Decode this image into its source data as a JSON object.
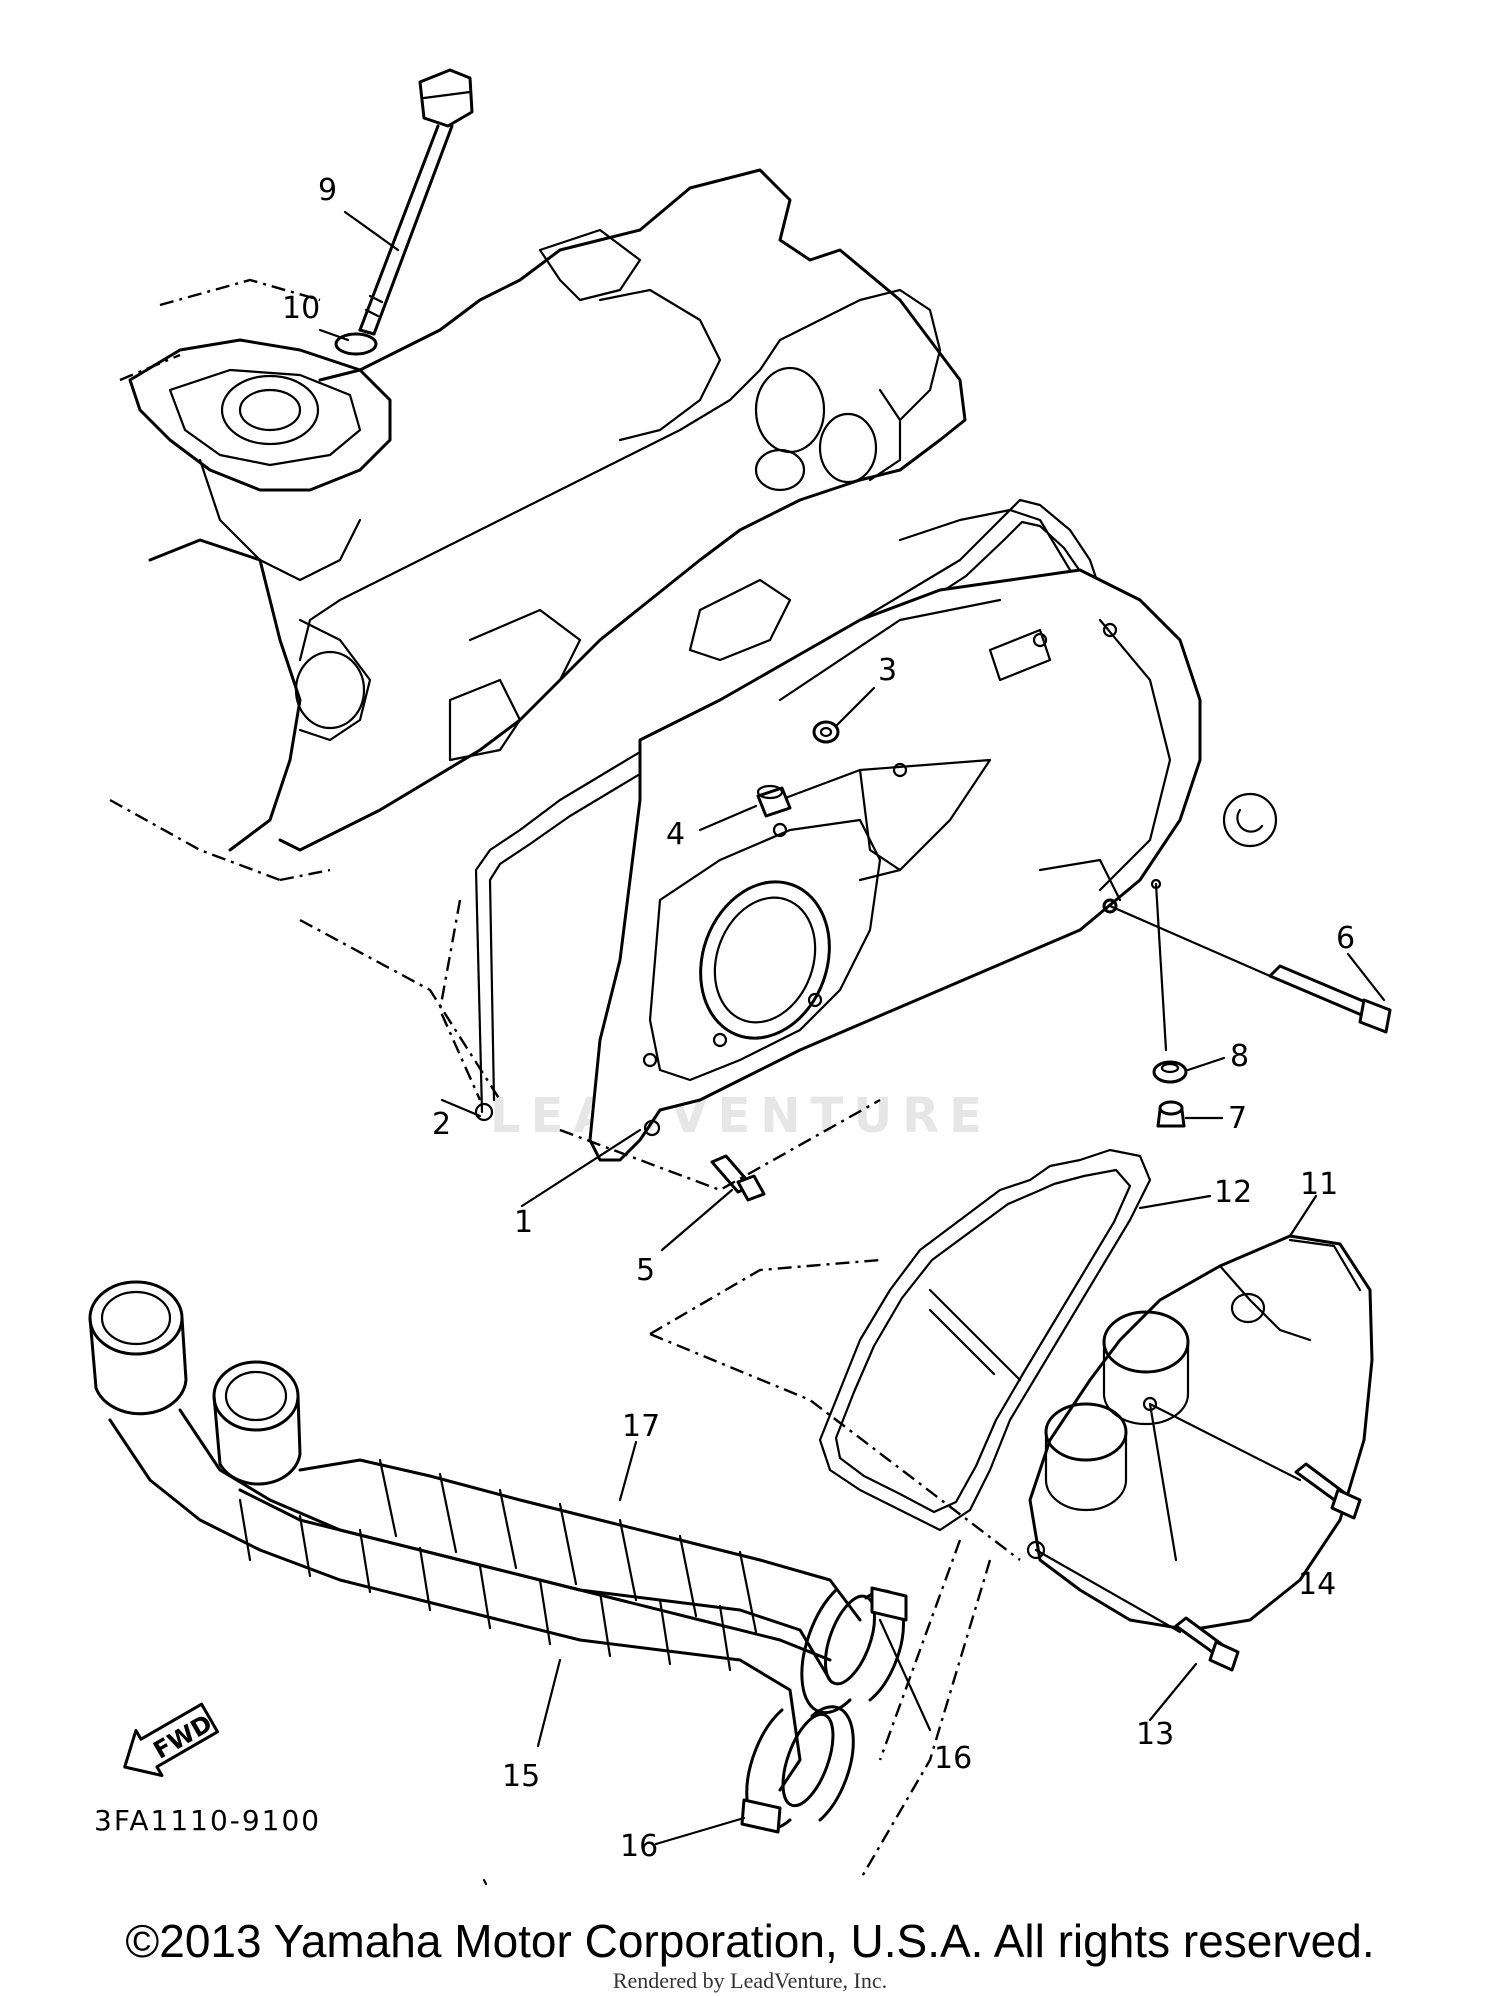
{
  "diagram": {
    "part_code": "3FA1110-9100",
    "direction_badge": "FWD",
    "watermark": "LEADVENTURE",
    "callouts": [
      {
        "id": "1",
        "label": "1"
      },
      {
        "id": "2",
        "label": "2"
      },
      {
        "id": "3",
        "label": "3"
      },
      {
        "id": "4",
        "label": "4"
      },
      {
        "id": "5",
        "label": "5"
      },
      {
        "id": "6",
        "label": "6"
      },
      {
        "id": "7",
        "label": "7"
      },
      {
        "id": "8",
        "label": "8"
      },
      {
        "id": "9",
        "label": "9"
      },
      {
        "id": "10",
        "label": "10"
      },
      {
        "id": "11",
        "label": "11"
      },
      {
        "id": "12",
        "label": "12"
      },
      {
        "id": "13",
        "label": "13"
      },
      {
        "id": "14",
        "label": "14"
      },
      {
        "id": "15",
        "label": "15"
      },
      {
        "id": "16a",
        "label": "16"
      },
      {
        "id": "16b",
        "label": "16"
      },
      {
        "id": "17",
        "label": "17"
      }
    ]
  },
  "footer": {
    "copyright": "©2013 Yamaha Motor Corporation, U.S.A. All rights reserved.",
    "rendered_by": "Rendered by LeadVenture, Inc."
  }
}
